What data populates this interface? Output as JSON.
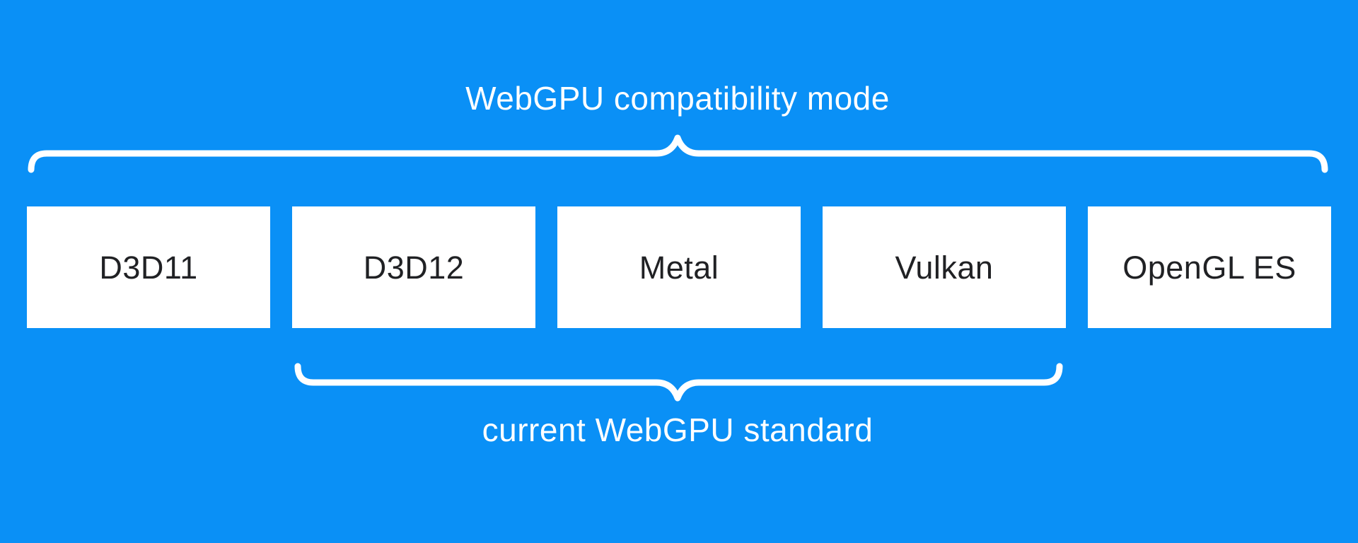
{
  "diagram": {
    "title": "WebGPU compatibility mode",
    "bottom_label": "current WebGPU standard",
    "boxes": [
      {
        "label": "D3D11"
      },
      {
        "label": "D3D12"
      },
      {
        "label": "Metal"
      },
      {
        "label": "Vulkan"
      },
      {
        "label": "OpenGL ES"
      }
    ],
    "colors": {
      "background": "#0a90f6",
      "box_background": "#ffffff",
      "box_text": "#202124",
      "label_text": "#ffffff",
      "brace": "#ffffff"
    }
  }
}
